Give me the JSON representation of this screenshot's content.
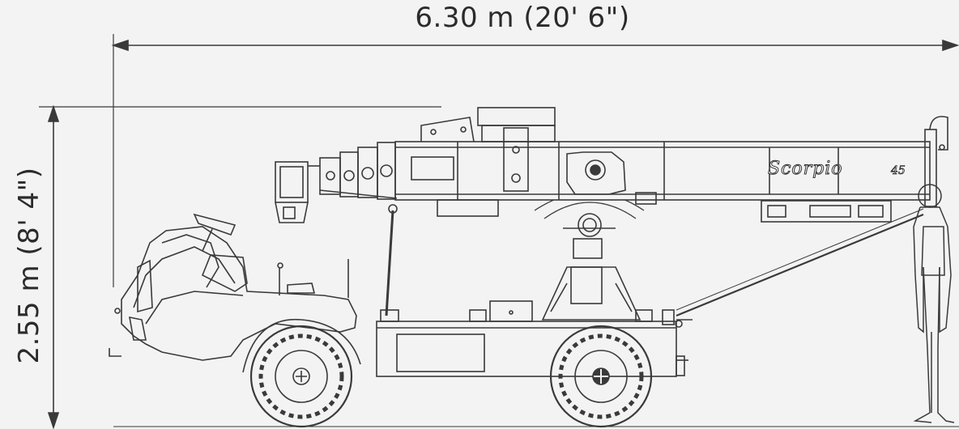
{
  "dimensions": {
    "overall_length": "6.30 m  (20' 6\")",
    "overall_height": "2.55 m (8' 4\")"
  },
  "machine": {
    "brand_logo": "Scorpio",
    "model_number": "45"
  }
}
